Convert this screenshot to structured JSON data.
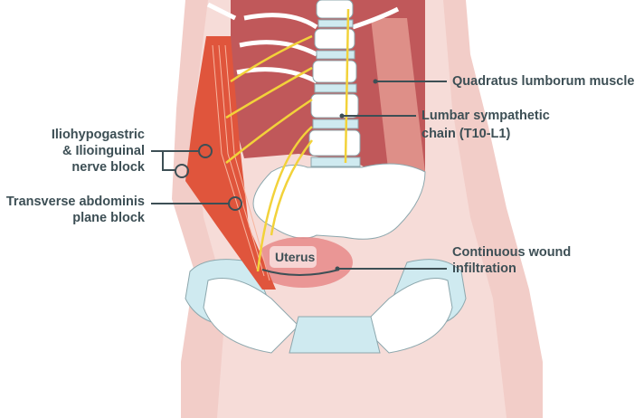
{
  "labels": {
    "quadratus": "Quadratus lumborum muscle",
    "lumbar_line1": "Lumbar sympathetic",
    "lumbar_line2": "chain (T10-L1)",
    "ilio_line1": "Iliohypogastric",
    "ilio_line2": "& Ilioinguinal",
    "ilio_line3": "nerve block",
    "tap_line1": "Transverse abdominis",
    "tap_line2": "plane block",
    "wound_line1": "Continuous wound",
    "wound_line2": "infiltration",
    "uterus": "Uterus"
  },
  "colors": {
    "label": "#3d4f55",
    "skin": "#f2cdc8",
    "muscle": "#c0585a",
    "oblique": "#e0553c",
    "bone": "#ffffff",
    "cartilage": "#cfeaf0",
    "nerve": "#f2d23a"
  }
}
